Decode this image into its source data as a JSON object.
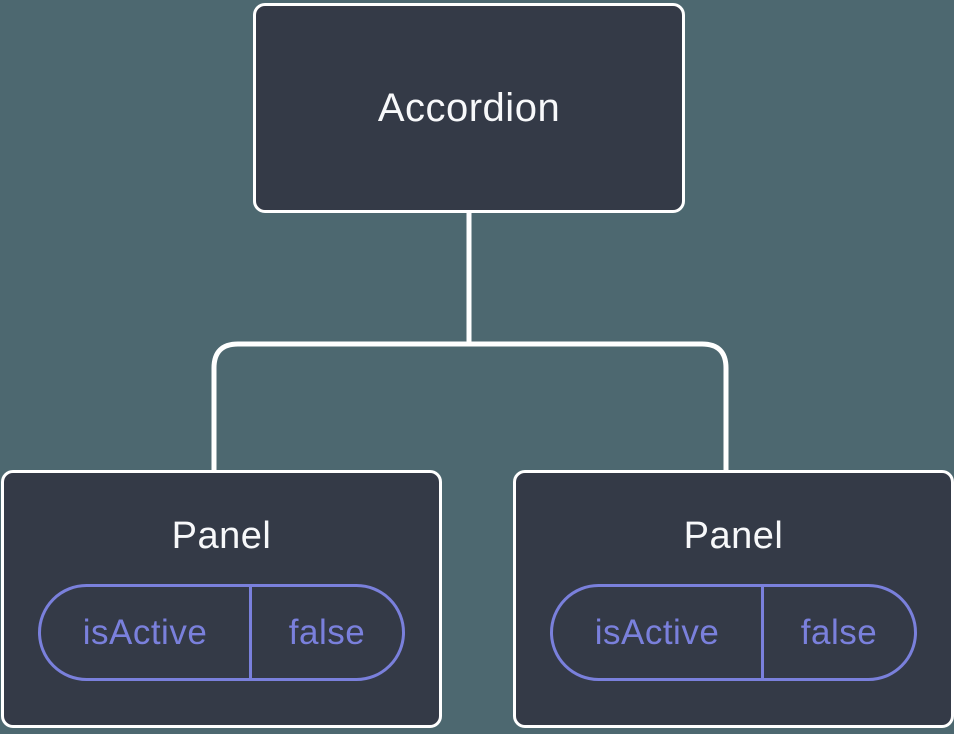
{
  "tree": {
    "root": {
      "label": "Accordion"
    },
    "children": [
      {
        "label": "Panel",
        "state": {
          "key": "isActive",
          "value": "false"
        }
      },
      {
        "label": "Panel",
        "state": {
          "key": "isActive",
          "value": "false"
        }
      }
    ]
  },
  "colors": {
    "background": "#4D6870",
    "node_fill": "#343A47",
    "node_border": "#FFFFFF",
    "node_text": "#F7F8FA",
    "state_accent": "#7A80DC",
    "connector": "#FFFFFF"
  }
}
